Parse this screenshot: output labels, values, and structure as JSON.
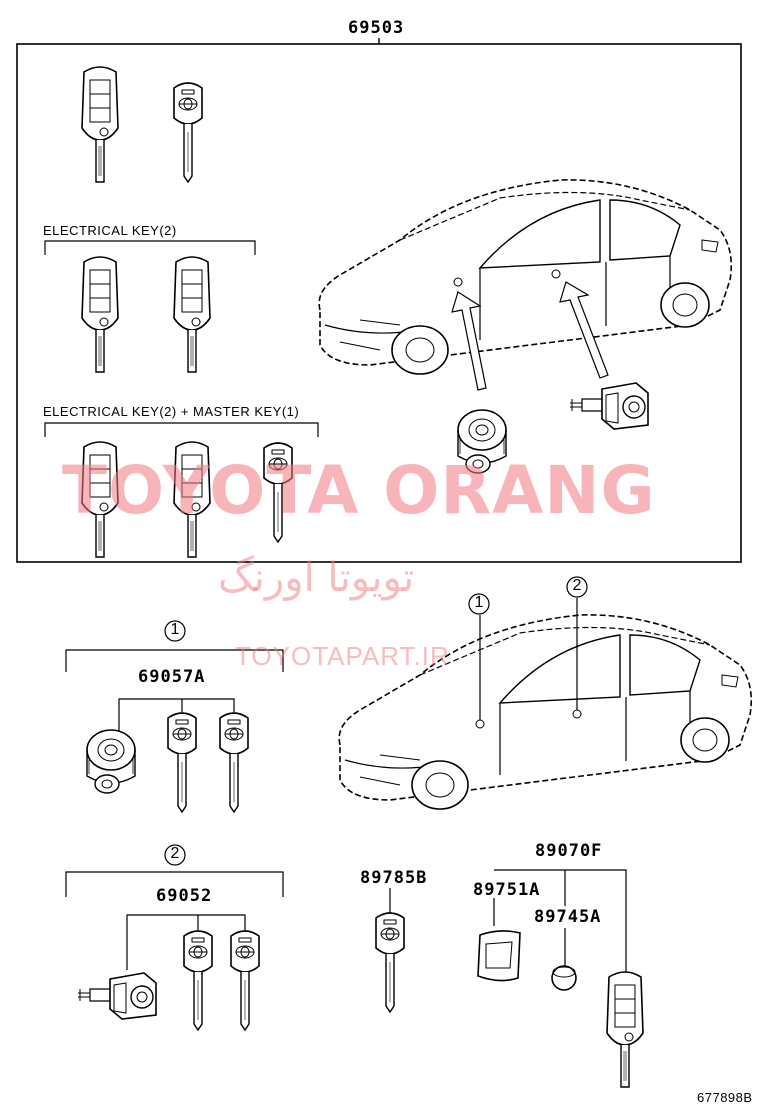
{
  "parts": {
    "p69503": "69503",
    "p69057A": "69057A",
    "p69052": "69052",
    "p89785B": "89785B",
    "p89070F": "89070F",
    "p89751A": "89751A",
    "p89745A": "89745A"
  },
  "groups": {
    "electrical_key_2": "ELECTRICAL KEY(2)",
    "electrical_key_master": "ELECTRICAL KEY(2) + MASTER KEY(1)"
  },
  "callouts": {
    "one": "1",
    "two": "2"
  },
  "watermark": {
    "main": "TOYOTA ORANG",
    "farsi": "تويوتا اورنگ",
    "site": "TOYOTAPART.IR"
  },
  "figure_id": "677898B",
  "colors": {
    "line": "#000000",
    "watermark": "#f07882"
  }
}
